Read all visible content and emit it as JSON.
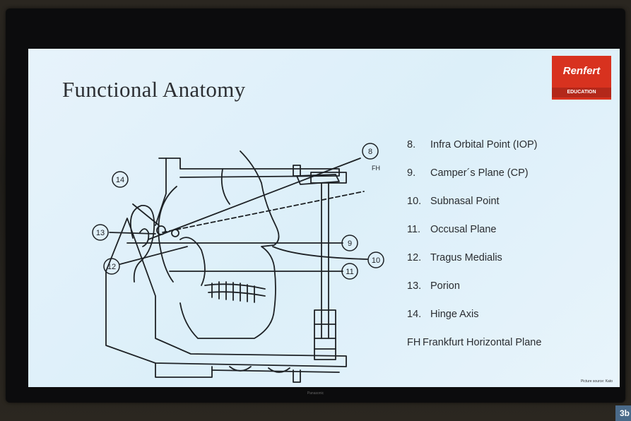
{
  "slide": {
    "title": "Functional Anatomy",
    "logo_brand": "Renfert",
    "logo_sub": "EDUCATION",
    "credit": "Picture source: Kato",
    "legend": [
      {
        "num": "8.",
        "label": "Infra Orbital Point (IOP)"
      },
      {
        "num": "9.",
        "label": "Camper´s Plane (CP)"
      },
      {
        "num": "10.",
        "label": "Subnasal Point"
      },
      {
        "num": "11.",
        "label": "Occusal Plane"
      },
      {
        "num": "12.",
        "label": "Tragus Medialis"
      },
      {
        "num": "13.",
        "label": "Porion"
      },
      {
        "num": "14.",
        "label": "Hinge Axis"
      },
      {
        "num": "FH",
        "label": "Frankfurt Horizontal Plane"
      }
    ],
    "diagram_labels": {
      "c8": "8",
      "c9": "9",
      "c10": "10",
      "c11": "11",
      "c12": "12",
      "c13": "13",
      "c14": "14",
      "fh": "FH"
    }
  },
  "tv": {
    "brand": "Panasonic"
  },
  "corner_badge": "3b",
  "colors": {
    "logo_red": "#d8321f",
    "screen_bg": "#e2f1f9",
    "ink": "#2a2d31"
  }
}
